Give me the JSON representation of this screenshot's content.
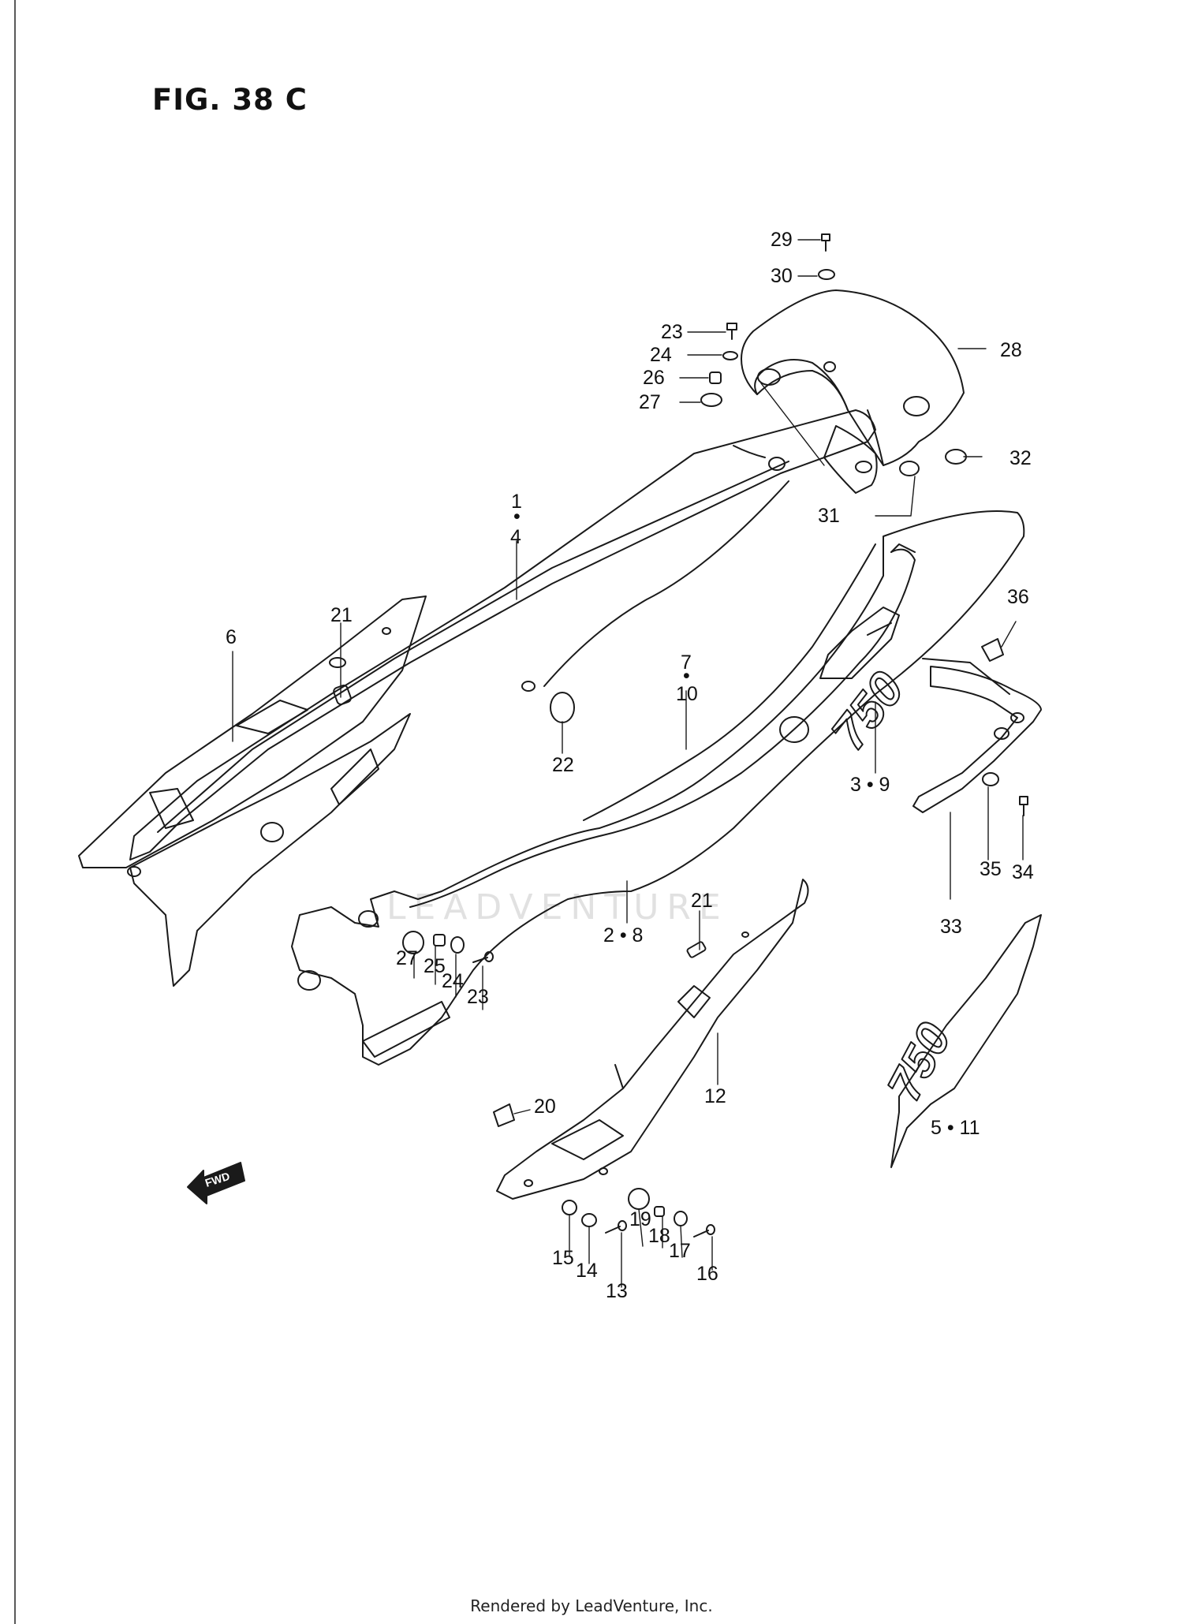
{
  "figure": {
    "title": "FIG. 38 C"
  },
  "callouts": {
    "c29": "29",
    "c30": "30",
    "c23a": "23",
    "c24a": "24",
    "c26": "26",
    "c27a": "27",
    "c28": "28",
    "c32": "32",
    "c31": "31",
    "c1": "1",
    "c4": "4",
    "c21a": "21",
    "c6": "6",
    "c7": "7",
    "c10": "10",
    "c22": "22",
    "c36": "36",
    "c3_9": "3 • 9",
    "c35": "35",
    "c34": "34",
    "c33": "33",
    "c21b": "21",
    "c2_8": "2 • 8",
    "c27b": "27",
    "c25": "25",
    "c24b": "24",
    "c23b": "23",
    "c20": "20",
    "c12": "12",
    "c5_11": "5 • 11",
    "c19": "19",
    "c18": "18",
    "c17": "17",
    "c16": "16",
    "c15": "15",
    "c14": "14",
    "c13": "13"
  },
  "fwd_arrow": {
    "label": "FWD"
  },
  "decal_text": "750",
  "watermark": "LEADVENTURE",
  "footer": "Rendered by LeadVenture, Inc."
}
